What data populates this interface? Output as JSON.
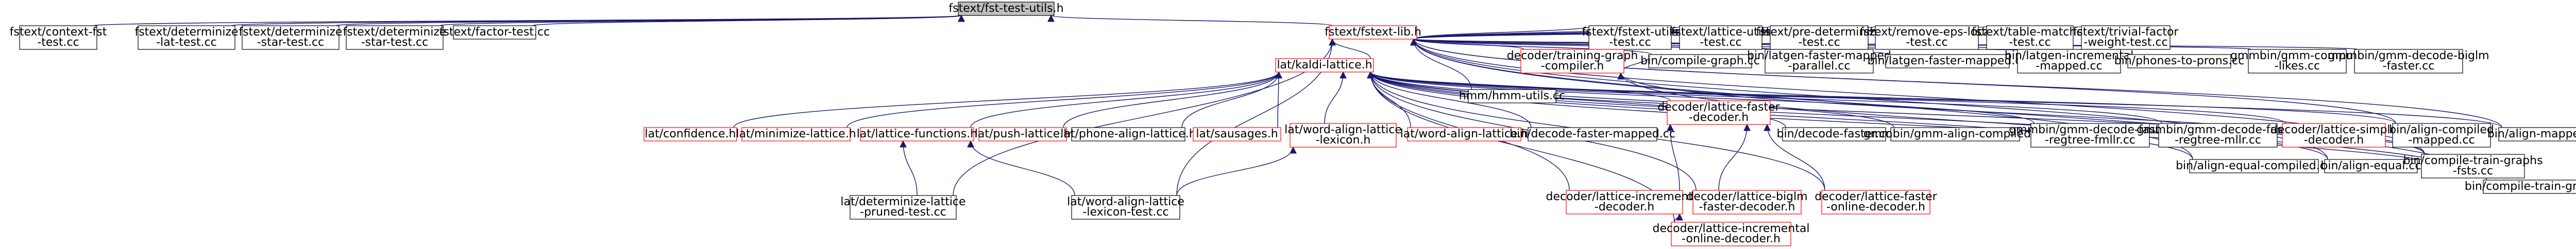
{
  "colors": {
    "edge": "#191970",
    "focus_fill": "#bfbfbf",
    "focus_border": "#000000",
    "node_fill": "#ffffff",
    "node_border": "#000000",
    "red_border": "#ff0000"
  },
  "nodes": [
    {
      "id": "n0",
      "style": "focus",
      "lines": [
        "fstext/fst-test-utils.h"
      ]
    },
    {
      "id": "n1",
      "style": "normal",
      "lines": [
        "fstext/context-fst",
        "-test.cc"
      ]
    },
    {
      "id": "n2",
      "style": "normal",
      "lines": [
        "fstext/determinize",
        "-lat-test.cc"
      ]
    },
    {
      "id": "n3",
      "style": "normal",
      "lines": [
        "fstext/determinize",
        "-star-test.cc"
      ]
    },
    {
      "id": "n4",
      "style": "normal",
      "lines": [
        "fstext/determinize",
        "-star-test.cc"
      ]
    },
    {
      "id": "n5",
      "style": "normal",
      "lines": [
        "fstext/factor-test.cc"
      ]
    },
    {
      "id": "n6",
      "style": "red",
      "lines": [
        "fstext/fstext-lib.h"
      ]
    },
    {
      "id": "n7",
      "style": "normal",
      "lines": [
        "fstext/fstext-utils",
        "-test.cc"
      ]
    },
    {
      "id": "n8",
      "style": "normal",
      "lines": [
        "fstext/lattice-utils",
        "-test.cc"
      ]
    },
    {
      "id": "n9",
      "style": "normal",
      "lines": [
        "fstext/pre-determinize",
        "-test.cc"
      ]
    },
    {
      "id": "n10",
      "style": "normal",
      "lines": [
        "fstext/remove-eps-local",
        "-test.cc"
      ]
    },
    {
      "id": "n11",
      "style": "normal",
      "lines": [
        "fstext/table-matcher",
        "-test.cc"
      ]
    },
    {
      "id": "n12",
      "style": "normal",
      "lines": [
        "fstext/trivial-factor",
        "-weight-test.cc"
      ]
    },
    {
      "id": "n13",
      "style": "red",
      "lines": [
        "decoder/training-graph",
        "-compiler.h"
      ]
    },
    {
      "id": "n14",
      "style": "normal",
      "lines": [
        "bin/compile-graph.cc"
      ]
    },
    {
      "id": "n15",
      "style": "normal",
      "lines": [
        "bin/latgen-faster-mapped",
        "-parallel.cc"
      ]
    },
    {
      "id": "n16",
      "style": "normal",
      "lines": [
        "bin/latgen-faster-mapped.cc"
      ]
    },
    {
      "id": "n17",
      "style": "normal",
      "lines": [
        "bin/latgen-incremental",
        "-mapped.cc"
      ]
    },
    {
      "id": "n18",
      "style": "normal",
      "lines": [
        "bin/phones-to-prons.cc"
      ]
    },
    {
      "id": "n19",
      "style": "normal",
      "lines": [
        "gmmbin/gmm-compute",
        "-likes.cc"
      ]
    },
    {
      "id": "n20",
      "style": "normal",
      "lines": [
        "gmmbin/gmm-decode-biglm",
        "-faster.cc"
      ]
    },
    {
      "id": "n21",
      "style": "red",
      "lines": [
        "lat/kaldi-lattice.h"
      ]
    },
    {
      "id": "n22",
      "style": "normal",
      "lines": [
        "hmm/hmm-utils.cc"
      ]
    },
    {
      "id": "n23",
      "style": "red",
      "lines": [
        "lat/confidence.h"
      ]
    },
    {
      "id": "n24",
      "style": "red",
      "lines": [
        "lat/minimize-lattice.h"
      ]
    },
    {
      "id": "n25",
      "style": "red",
      "lines": [
        "lat/lattice-functions.h"
      ]
    },
    {
      "id": "n26",
      "style": "red",
      "lines": [
        "lat/push-lattice.h"
      ]
    },
    {
      "id": "n27",
      "style": "normal",
      "lines": [
        "lat/phone-align-lattice.h"
      ]
    },
    {
      "id": "n28",
      "style": "red",
      "lines": [
        "lat/sausages.h"
      ]
    },
    {
      "id": "n29",
      "style": "red",
      "lines": [
        "lat/word-align-lattice",
        "-lexicon.h"
      ]
    },
    {
      "id": "n30",
      "style": "red",
      "lines": [
        "lat/word-align-lattice.h"
      ]
    },
    {
      "id": "n31",
      "style": "normal",
      "lines": [
        "bin/decode-faster-mapped.cc"
      ]
    },
    {
      "id": "n32",
      "style": "red",
      "lines": [
        "decoder/lattice-faster",
        "-decoder.h"
      ]
    },
    {
      "id": "n33",
      "style": "normal",
      "lines": [
        "bin/decode-faster.cc"
      ]
    },
    {
      "id": "n34",
      "style": "normal",
      "lines": [
        "gmmbin/gmm-align-compiled.cc"
      ]
    },
    {
      "id": "n35",
      "style": "normal",
      "lines": [
        "gmmbin/gmm-decode-faster",
        "-regtree-fmllr.cc"
      ]
    },
    {
      "id": "n36",
      "style": "normal",
      "lines": [
        "gmmbin/gmm-decode-faster",
        "-regtree-mllr.cc"
      ]
    },
    {
      "id": "n37",
      "style": "red",
      "lines": [
        "decoder/lattice-simple",
        "-decoder.h"
      ]
    },
    {
      "id": "n38",
      "style": "normal",
      "lines": [
        "bin/align-compiled",
        "-mapped.cc"
      ]
    },
    {
      "id": "n39",
      "style": "normal",
      "lines": [
        "bin/align-mapped.cc"
      ]
    },
    {
      "id": "n40",
      "style": "normal",
      "lines": [
        "bin/align-equal-compiled.cc"
      ]
    },
    {
      "id": "n41",
      "style": "normal",
      "lines": [
        "bin/align-equal.cc"
      ]
    },
    {
      "id": "n42",
      "style": "normal",
      "lines": [
        "bin/compile-train-graphs",
        "-fsts.cc"
      ]
    },
    {
      "id": "n43",
      "style": "normal",
      "lines": [
        "bin/compile-train-graphs.cc"
      ]
    },
    {
      "id": "n44",
      "style": "normal",
      "lines": [
        "lat/determinize-lattice",
        "-pruned-test.cc"
      ]
    },
    {
      "id": "n45",
      "style": "normal",
      "lines": [
        "lat/word-align-lattice",
        "-lexicon-test.cc"
      ]
    },
    {
      "id": "n46",
      "style": "red",
      "lines": [
        "decoder/lattice-incremental",
        "-decoder.h"
      ]
    },
    {
      "id": "n47",
      "style": "red",
      "lines": [
        "decoder/lattice-biglm",
        "-faster-decoder.h"
      ]
    },
    {
      "id": "n48",
      "style": "red",
      "lines": [
        "decoder/lattice-faster",
        "-online-decoder.h"
      ]
    },
    {
      "id": "n49",
      "style": "red",
      "lines": [
        "decoder/lattice-incremental",
        "-online-decoder.h"
      ]
    }
  ]
}
